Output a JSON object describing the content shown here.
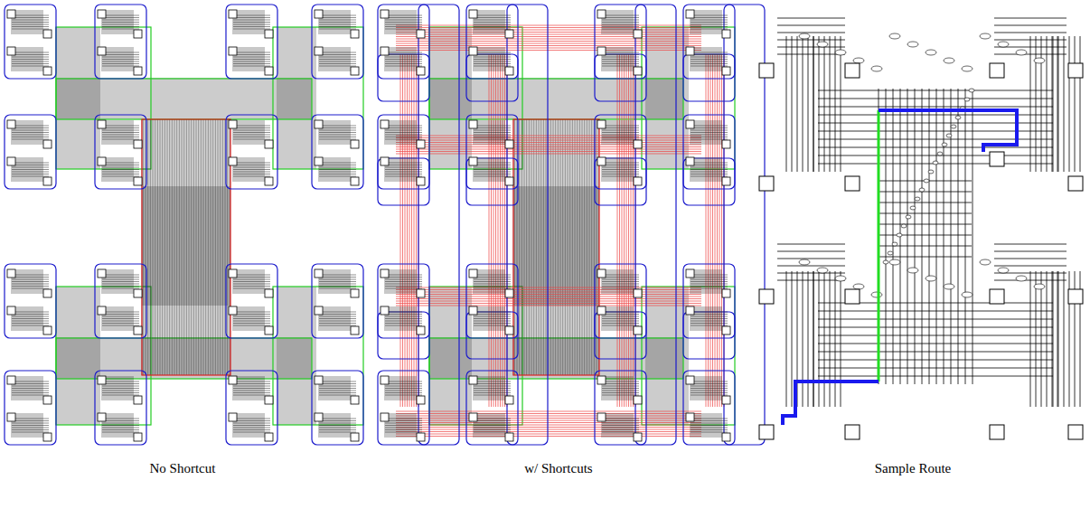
{
  "diagram": {
    "labels": [
      "No Shortcut",
      "w/ Shortcuts",
      "Sample Route"
    ]
  }
}
